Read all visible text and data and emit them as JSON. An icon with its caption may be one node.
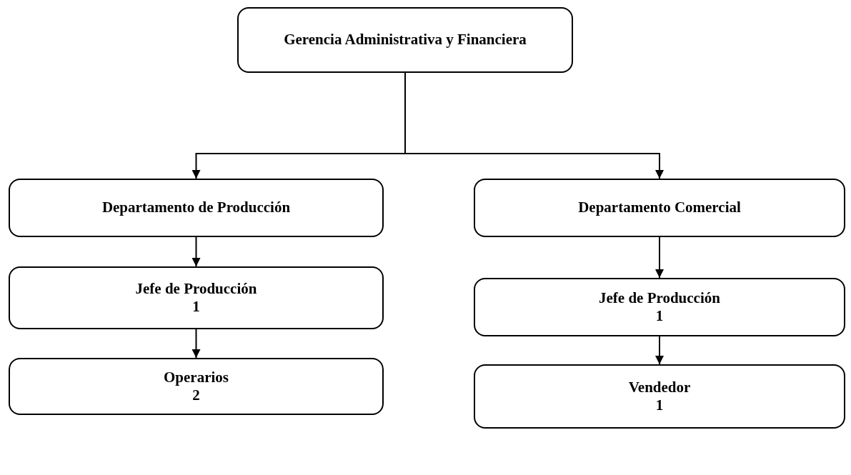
{
  "diagram": {
    "nodes": [
      {
        "text": [
          "Gerencia Administrativa y Financiera"
        ]
      },
      {
        "text": [
          "Departamento de Producción"
        ]
      },
      {
        "text": [
          "Departamento Comercial"
        ]
      },
      {
        "text": [
          "Jefe de Producción",
          "1"
        ]
      },
      {
        "text": [
          "Operarios",
          "2"
        ]
      },
      {
        "text": [
          "Jefe de Producción",
          "1"
        ]
      },
      {
        "text": [
          "Vendedor",
          "1"
        ]
      }
    ],
    "edges": [
      {
        "from": 0,
        "to": 1,
        "arrow": "to"
      },
      {
        "from": 0,
        "to": 2,
        "arrow": "to"
      },
      {
        "from": 1,
        "to": 3,
        "arrow": "to"
      },
      {
        "from": 3,
        "to": 4,
        "arrow": "to"
      },
      {
        "from": 2,
        "to": 5,
        "arrow": "to"
      },
      {
        "from": 5,
        "to": 6,
        "arrow": "to"
      }
    ]
  }
}
